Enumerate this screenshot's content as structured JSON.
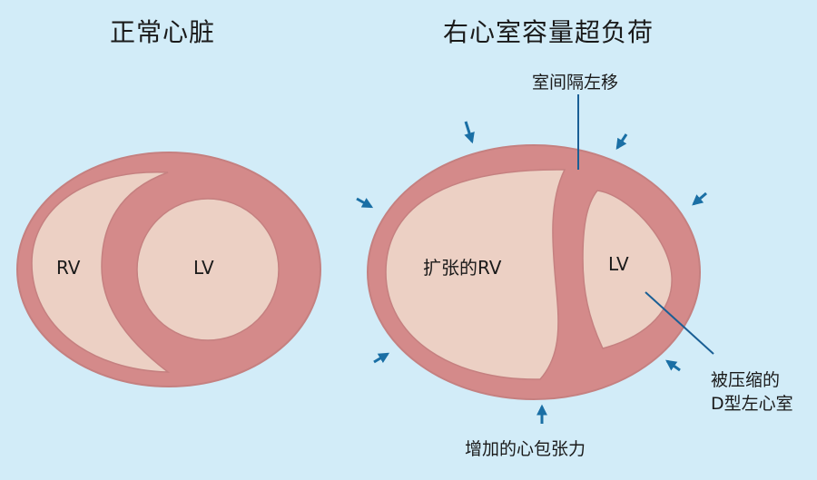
{
  "titles": {
    "normal": "正常心脏",
    "overload": "右心室容量超负荷"
  },
  "normal_heart": {
    "rv_label": "RV",
    "lv_label": "LV"
  },
  "overload_heart": {
    "rv_label": "扩张的RV",
    "lv_label": "LV"
  },
  "annotations": {
    "septum_shift": "室间隔左移",
    "compressed_lv_line1": "被压缩的",
    "compressed_lv_line2": "D型左心室",
    "pericardial_tension": "增加的心包张力"
  },
  "colors": {
    "background": "#d2ecf8",
    "wall": "#d48a8a",
    "wall_stroke": "#c07878",
    "chamber": "#ecd0c4",
    "arrow": "#1a6fa5",
    "line": "#1a5f95"
  }
}
